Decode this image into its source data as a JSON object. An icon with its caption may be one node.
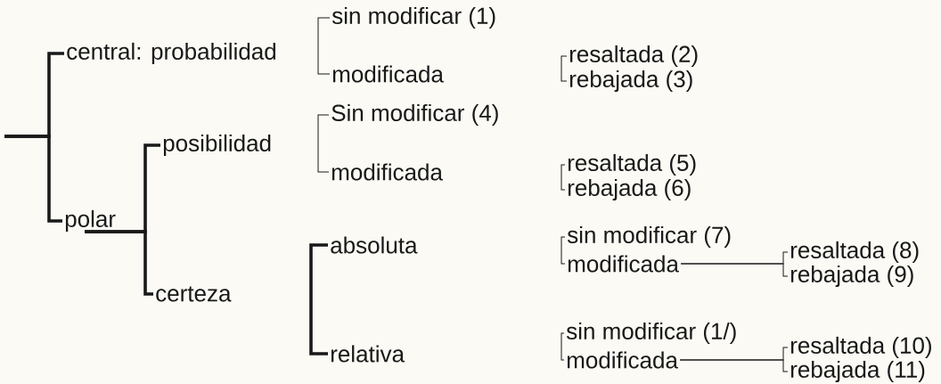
{
  "diagram": {
    "nodes": [
      {
        "text": [
          "central: probabilidad"
        ]
      },
      {
        "text": [
          "polar"
        ]
      },
      {
        "text": [
          "sin modificar (1)"
        ]
      },
      {
        "text": [
          "modificada"
        ]
      },
      {
        "text": [
          "resaltada (2)"
        ]
      },
      {
        "text": [
          "rebajada (3)"
        ]
      },
      {
        "text": [
          "posibilidad"
        ]
      },
      {
        "text": [
          "certeza"
        ]
      },
      {
        "text": [
          "Sin modificar (4)"
        ]
      },
      {
        "text": [
          "modificada"
        ]
      },
      {
        "text": [
          "resaltada (5)"
        ]
      },
      {
        "text": [
          "rebajada (6)"
        ]
      },
      {
        "text": [
          "absoluta"
        ]
      },
      {
        "text": [
          "relativa"
        ]
      },
      {
        "text": [
          "sin modificar (7)"
        ]
      },
      {
        "text": [
          "modificada"
        ]
      },
      {
        "text": [
          "resaltada (8)"
        ]
      },
      {
        "text": [
          "rebajada (9)"
        ]
      },
      {
        "text": [
          "sin modificar (1/)"
        ]
      },
      {
        "text": [
          "modificada"
        ]
      },
      {
        "text": [
          "resaltada (10)"
        ]
      },
      {
        "text": [
          "rebajada (11)"
        ]
      }
    ],
    "edges": [
      {
        "from": null,
        "to": 0,
        "arrow": "none",
        "style": "thick"
      },
      {
        "from": null,
        "to": 1,
        "arrow": "none",
        "style": "thick"
      },
      {
        "from": 2,
        "to": 3,
        "arrow": "none"
      },
      {
        "from": 4,
        "to": 5,
        "arrow": "none"
      },
      {
        "from": 1,
        "to": 6,
        "arrow": "none",
        "style": "thick"
      },
      {
        "from": 1,
        "to": 7,
        "arrow": "none",
        "style": "thick"
      },
      {
        "from": 8,
        "to": 9,
        "arrow": "none"
      },
      {
        "from": 10,
        "to": 11,
        "arrow": "none"
      },
      {
        "from": 12,
        "to": 13,
        "arrow": "none",
        "style": "thick"
      },
      {
        "from": 14,
        "to": 15,
        "arrow": "none"
      },
      {
        "from": 15,
        "to": 16,
        "arrow": "none"
      },
      {
        "from": 15,
        "to": 17,
        "arrow": "none"
      },
      {
        "from": 18,
        "to": 19,
        "arrow": "none"
      },
      {
        "from": 19,
        "to": 20,
        "arrow": "none"
      },
      {
        "from": 19,
        "to": 21,
        "arrow": "none"
      }
    ]
  }
}
